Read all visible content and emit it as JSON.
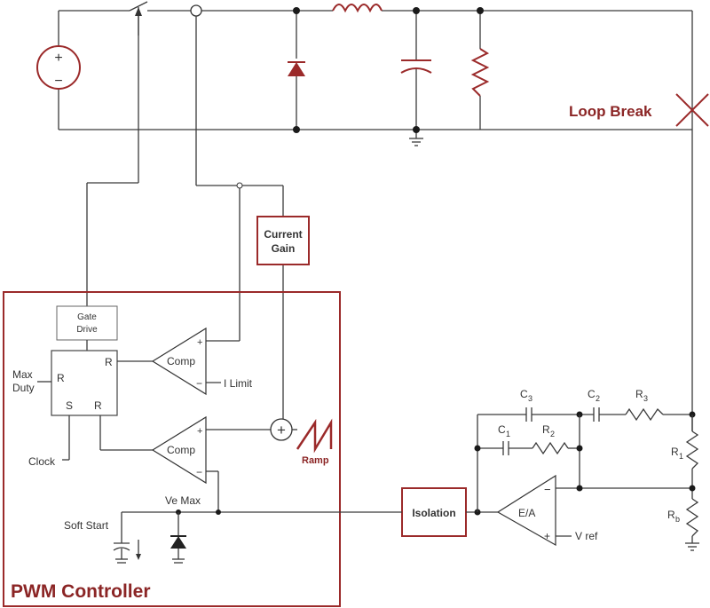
{
  "labels": {
    "loop_break": "Loop Break",
    "current_gain_1": "Current",
    "current_gain_2": "Gain",
    "gate_drive_1": "Gate",
    "gate_drive_2": "Drive",
    "comp_top": "Comp",
    "comp_bottom": "Comp",
    "i_limit": "I Limit",
    "max_duty_1": "Max",
    "max_duty_2": "Duty",
    "latch_r_top": "R",
    "latch_r_left": "R",
    "latch_s": "S",
    "latch_r_bottom": "R",
    "clock": "Clock",
    "ramp": "Ramp",
    "ve_max": "Ve Max",
    "soft_start": "Soft Start",
    "isolation": "Isolation",
    "ea": "E/A",
    "ea_minus": "−",
    "ea_plus": "+",
    "comp_plus": "+",
    "comp_minus": "−",
    "v_ref": "V ref",
    "c3": "C",
    "c3_sub": "3",
    "c2": "C",
    "c2_sub": "2",
    "r3": "R",
    "r3_sub": "3",
    "c1": "C",
    "c1_sub": "1",
    "r2": "R",
    "r2_sub": "2",
    "r1": "R",
    "r1_sub": "1",
    "rb": "R",
    "rb_sub": "b",
    "pwm_controller": "PWM Controller",
    "summer": "+",
    "source_plus": "+",
    "source_minus": "−"
  },
  "colors": {
    "accent": "#9b2a2a",
    "wire": "#3a3a3a"
  }
}
